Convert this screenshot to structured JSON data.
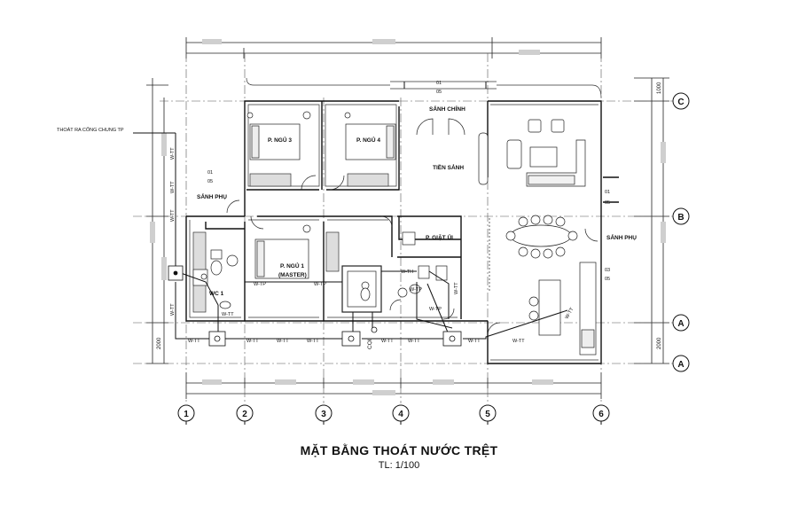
{
  "drawing": {
    "title": "MẶT BẰNG THOÁT NƯỚC TRỆT",
    "scale": "TL: 1/100"
  },
  "rooms": {
    "bed3": "P. NGỦ 3",
    "bed4": "P. NGỦ 4",
    "lobby_main": "SẢNH CHÍNH",
    "foyer": "TIỀN SẢNH",
    "side_lobby_left": "SẢNH PHỤ",
    "side_lobby_right": "SẢNH PHỤ",
    "master_bed": "P. NGỦ 1",
    "master_sub": "(MASTER)",
    "laundry": "P. GIẶT ỦI",
    "wc": "WC 1"
  },
  "notes": {
    "outlet": "THOÁT RA CỐNG CHUNG TP",
    "tag_01a": "01",
    "tag_05a": "05",
    "tag_01b": "01",
    "tag_05b": "05",
    "tag_01c": "01",
    "tag_05c": "05",
    "tag_03": "03",
    "tag_05d": "05",
    "coi": "CỌI"
  },
  "pipe_label": "W-TT",
  "pipe_label_tp": "W-TP",
  "pipe_label_th": "W-TH",
  "dimensions": {
    "left_2000": "2000",
    "right_1000": "1000",
    "right_2000": "2000"
  },
  "grid": {
    "columns": [
      "1",
      "2",
      "3",
      "4",
      "5",
      "6"
    ],
    "rows": [
      "C",
      "B",
      "A",
      "A"
    ]
  }
}
